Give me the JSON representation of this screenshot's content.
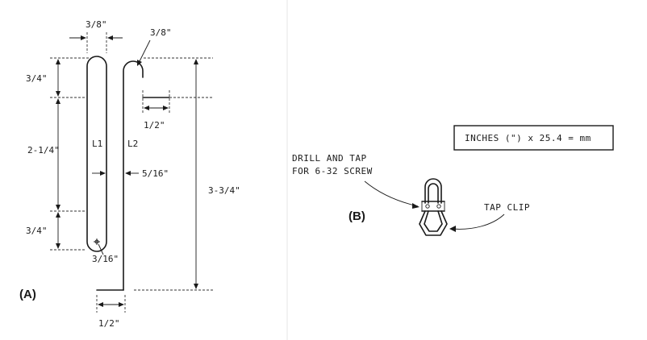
{
  "panels": {
    "a_label": "(A)",
    "b_label": "(B)"
  },
  "dimensions": {
    "top_width_left": "3/8\"",
    "top_width_right": "3/8\"",
    "top_height": "3/4\"",
    "middle_height": "2-1/4\"",
    "bottom_height": "3/4\"",
    "stub_width": "1/2\"",
    "gap": "5/16\"",
    "total_height": "3-3/4\"",
    "hole_dia": "3/16\"",
    "base_width": "1/2\""
  },
  "lines": {
    "l1": "L1",
    "l2": "L2"
  },
  "clip": {
    "drill_line1": "DRILL AND TAP",
    "drill_line2": "FOR 6-32 SCREW",
    "tap_clip": "TAP CLIP"
  },
  "conversion": "INCHES (\") x 25.4 = mm"
}
